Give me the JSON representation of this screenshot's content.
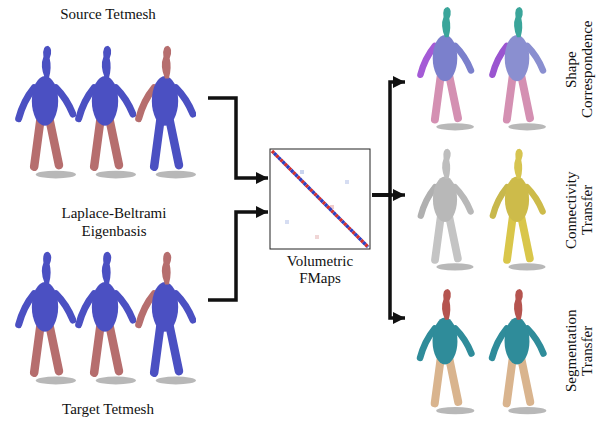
{
  "diagram": {
    "nodes": [
      {
        "text": [
          "Source Tetmesh"
        ]
      },
      {
        "text": [
          "Target Tetmesh"
        ]
      },
      {
        "text": [
          "Volumetric FMaps"
        ]
      },
      {
        "text": [
          "Shape Correspondence"
        ]
      },
      {
        "text": [
          "Connectivity Transfer"
        ]
      },
      {
        "text": [
          "Segmentation Transfer"
        ]
      }
    ],
    "edges": [
      {
        "from": 0,
        "to": 2,
        "arrow": "to"
      },
      {
        "from": 1,
        "to": 2,
        "arrow": "to"
      },
      {
        "from": 2,
        "to": 3,
        "arrow": "to"
      },
      {
        "from": 2,
        "to": 4,
        "arrow": "to"
      },
      {
        "from": 2,
        "to": 5,
        "arrow": "to"
      }
    ],
    "labels": [
      "Laplace-Beltrami Eigenbasis"
    ]
  }
}
